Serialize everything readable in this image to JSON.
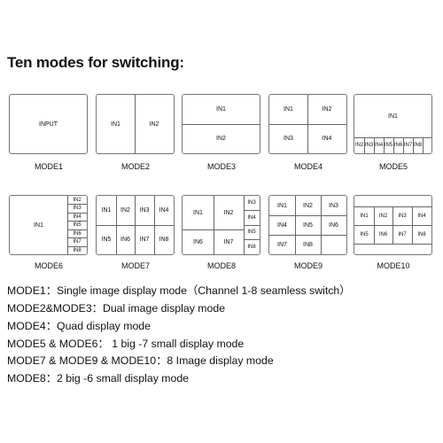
{
  "title": "Ten modes for switching:",
  "modes": {
    "m1": {
      "label": "MODE1",
      "cells": [
        "INPUT"
      ]
    },
    "m2": {
      "label": "MODE2",
      "cells": [
        "IN1",
        "IN2"
      ]
    },
    "m3": {
      "label": "MODE3",
      "cells": [
        "IN1",
        "IN2"
      ]
    },
    "m4": {
      "label": "MODE4",
      "cells": [
        "IN1",
        "IN2",
        "IN3",
        "IN4"
      ]
    },
    "m5": {
      "label": "MODE5",
      "cells": [
        "IN1",
        "IN2",
        "IN3",
        "IN4",
        "IN5",
        "IN6",
        "IN7",
        "IN8"
      ]
    },
    "m6": {
      "label": "MODE6",
      "cells": [
        "IN1",
        "IN2",
        "IN3",
        "IN4",
        "IN5",
        "IN6",
        "IN7",
        "IN8"
      ]
    },
    "m7": {
      "label": "MODE7",
      "cells": [
        "IN1",
        "IN2",
        "IN3",
        "IN4",
        "IN5",
        "IN6",
        "IN7",
        "IN8"
      ]
    },
    "m8": {
      "label": "MODE8",
      "cells": [
        "IN1",
        "IN2",
        "IN3",
        "IN4",
        "IN5",
        "IN6",
        "IN7",
        "IN8"
      ]
    },
    "m9": {
      "label": "MODE9",
      "cells": [
        "IN1",
        "IN2",
        "IN3",
        "IN4",
        "IN5",
        "IN6",
        "IN7",
        "IN8"
      ]
    },
    "m10": {
      "label": "MODE10",
      "cells": [
        "IN1",
        "IN2",
        "IN3",
        "IN4",
        "IN5",
        "IN6",
        "IN7",
        "IN8"
      ]
    }
  },
  "descriptions": [
    "MODE1：Single image display mode（Channel 1-8 seamless switch）",
    "MODE2&MODE3：Dual image display mode",
    "MODE4：Quad display mode",
    "MODE5 & MODE6： 1 big -7 small display mode",
    "MODE7 & MODE9 & MODE10：8 Image display mode",
    "MODE8：2 big -6 small display mode"
  ]
}
